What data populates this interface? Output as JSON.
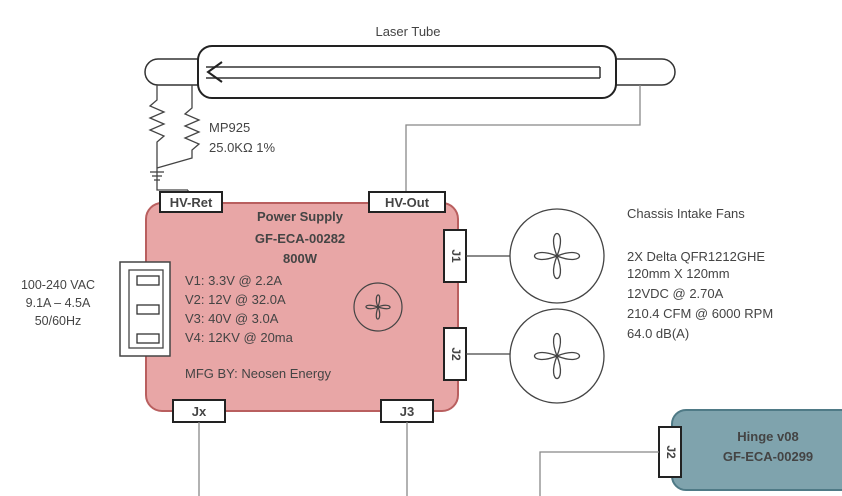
{
  "laser_tube": {
    "label": "Laser Tube"
  },
  "resistor": {
    "part": "MP925",
    "value": "25.0KΩ  1%"
  },
  "power_supply": {
    "title_lines": [
      "Power Supply",
      "GF-ECA-00282",
      "800W"
    ],
    "specs": [
      "V1: 3.3V @ 2.2A",
      "V2: 12V @ 32.0A",
      "V3: 40V @ 3.0A",
      "V4: 12KV @ 20ma"
    ],
    "mfg": "MFG BY: Neosen Energy",
    "connectors": {
      "hv_ret": "HV-Ret",
      "hv_out": "HV-Out",
      "j1": "J1",
      "j2": "J2",
      "jx": "Jx",
      "j3": "J3"
    },
    "fill_color": "#e8a6a6",
    "border_color": "#b95f5f"
  },
  "ac_input": [
    "100-240 VAC",
    "9.1A – 4.5A",
    "50/60Hz"
  ],
  "fans": {
    "title": "Chassis Intake Fans",
    "specs": [
      "2X Delta QFR1212GHE",
      "120mm X 120mm",
      "12VDC @ 2.70A",
      "210.4 CFM @ 6000 RPM",
      "64.0 dB(A)"
    ]
  },
  "hinge": {
    "title_lines": [
      "Hinge v08",
      "GF-ECA-00299"
    ],
    "connector": "J2",
    "fill_color": "#7fa3ad"
  }
}
